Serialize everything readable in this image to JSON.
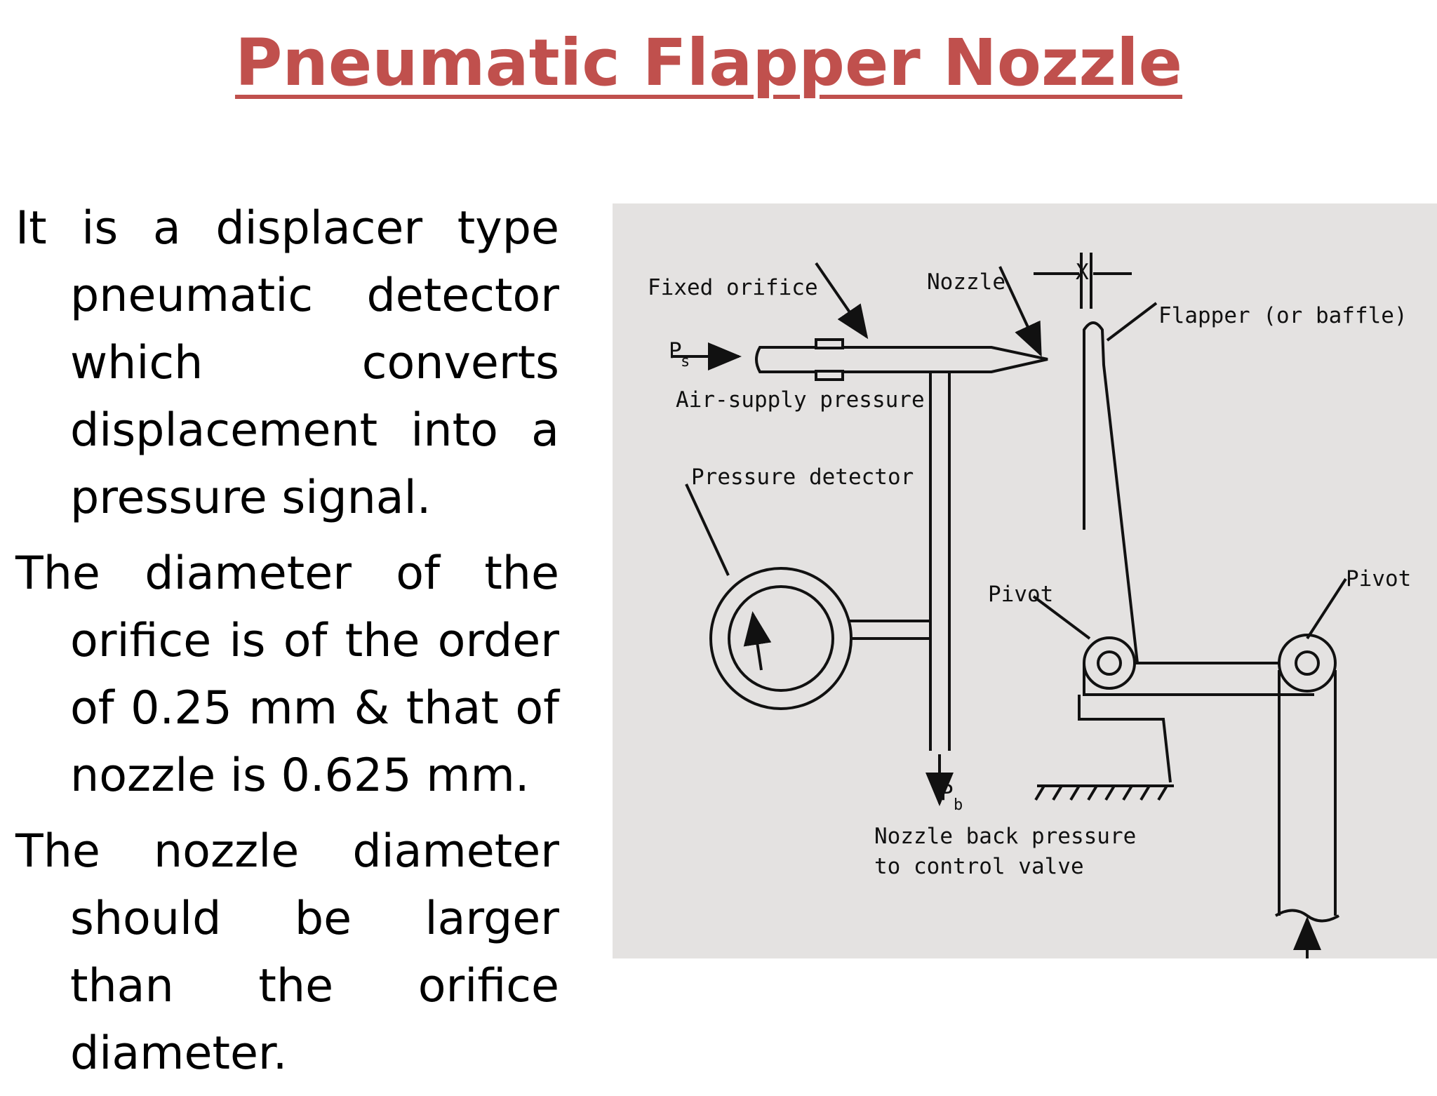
{
  "slide": {
    "title": "Pneumatic Flapper Nozzle",
    "bullets": [
      "It is a displacer type pneumatic detector which converts displacement into a pressure signal.",
      "The diameter of the orifice is of the order of 0.25 mm & that of nozzle is 0.625 mm.",
      "The nozzle diameter should be larger than the orifice diameter."
    ]
  },
  "diagram": {
    "labels": {
      "fixed_orifice": "Fixed orifice",
      "nozzle": "Nozzle",
      "gap": "X",
      "flapper": "Flapper (or baffle)",
      "ps": "P",
      "ps_sub": "s",
      "air_supply": "Air-supply pressure",
      "pressure_detector": "Pressure detector",
      "pivot_left": "Pivot",
      "pivot_right": "Pivot",
      "pb": "P",
      "pb_sub": "b",
      "nozzle_back_pressure": "Nozzle back pressure",
      "to_control_valve": "to control valve"
    },
    "colors": {
      "background": "#e4e2e1",
      "ink": "#111111"
    }
  },
  "colors": {
    "title": "#c0504d",
    "text": "#000000"
  }
}
